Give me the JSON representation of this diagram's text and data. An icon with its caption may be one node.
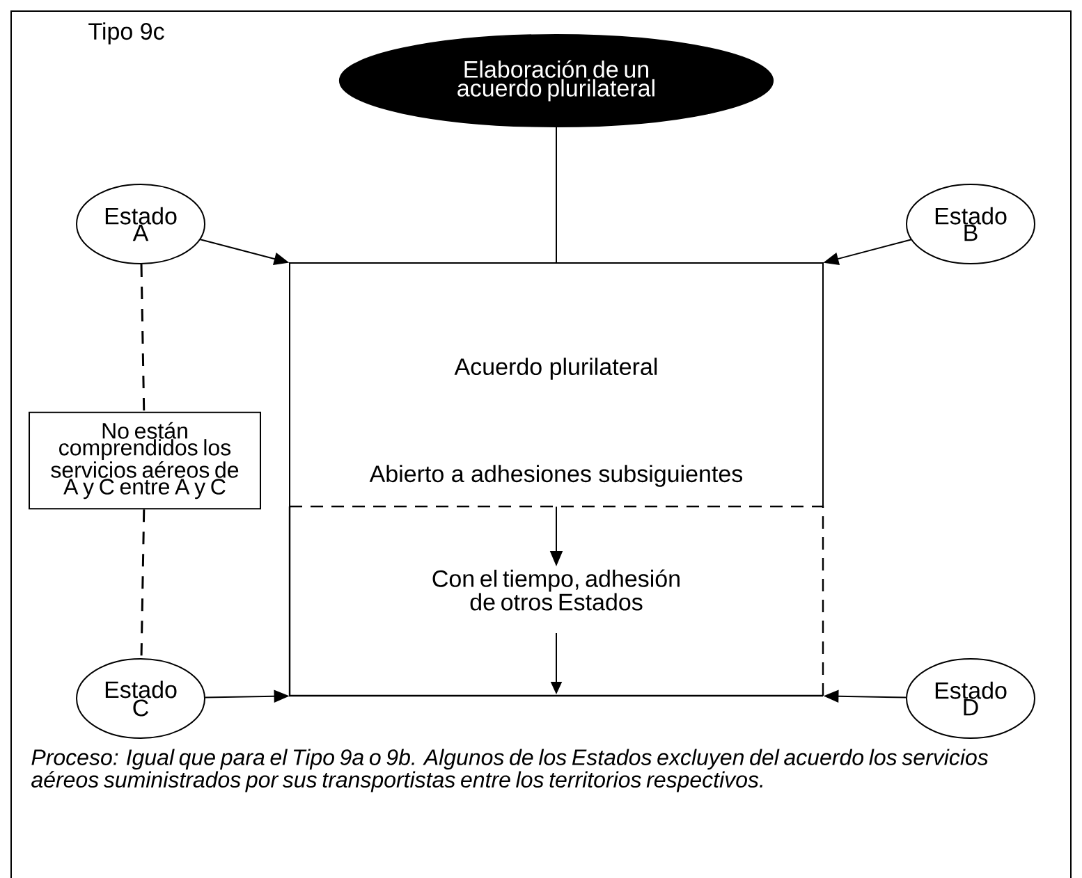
{
  "diagram": {
    "caption": "Proceso: Igual que para el Tipo 9a o 9b. Algunos de los Estados excluyen del acuerdo los servicios aéreos suministrados por sus transportistas entre los territorios respectivos.",
    "nodes": [
      {
        "text": [
          "Elaboración de un acuerdo plurilateral"
        ]
      },
      {
        "text": [
          "Estado A"
        ]
      },
      {
        "text": [
          "Estado B"
        ]
      },
      {
        "text": [
          "Acuerdo plurilateral",
          "Abierto a adhesiones subsiguientes"
        ]
      },
      {
        "text": [
          "No están comprendidos los servicios aéreos de A y C entre A y C"
        ]
      },
      {
        "text": [
          "Con el tiempo, adhesión de otros Estados"
        ]
      },
      {
        "text": [
          "Estado C"
        ]
      },
      {
        "text": [
          "Estado D"
        ]
      }
    ],
    "edges": [
      {
        "from": 0,
        "to": 3,
        "arrow": "none"
      },
      {
        "from": 1,
        "to": 3,
        "arrow": "to"
      },
      {
        "from": 2,
        "to": 3,
        "arrow": "to"
      },
      {
        "from": 3,
        "to": 5,
        "arrow": "to"
      },
      {
        "from": 1,
        "to": 4,
        "arrow": "none",
        "style": "dashed"
      },
      {
        "from": 4,
        "to": 6,
        "arrow": "none",
        "style": "dashed"
      },
      {
        "from": 6,
        "to": 5,
        "arrow": "to"
      },
      {
        "from": 7,
        "to": 5,
        "arrow": "to"
      }
    ],
    "labels": [
      "Tipo 9c"
    ]
  }
}
